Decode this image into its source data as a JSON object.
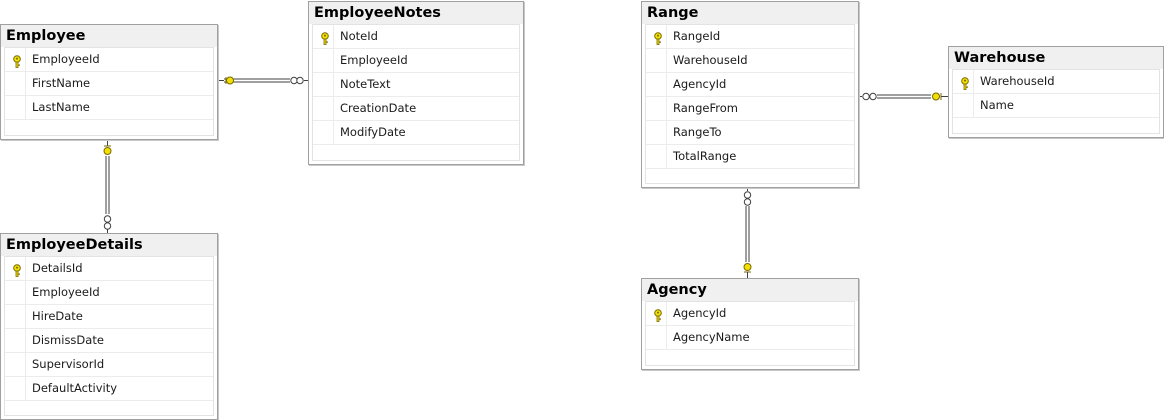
{
  "tables": {
    "employee": {
      "title": "Employee",
      "columns": [
        "EmployeeId",
        "FirstName",
        "LastName"
      ]
    },
    "employee_notes": {
      "title": "EmployeeNotes",
      "columns": [
        "NoteId",
        "EmployeeId",
        "NoteText",
        "CreationDate",
        "ModifyDate"
      ]
    },
    "employee_details": {
      "title": "EmployeeDetails",
      "columns": [
        "DetailsId",
        "EmployeeId",
        "HireDate",
        "DismissDate",
        "SupervisorId",
        "DefaultActivity"
      ]
    },
    "range": {
      "title": "Range",
      "columns": [
        "RangeId",
        "WarehouseId",
        "AgencyId",
        "RangeFrom",
        "RangeTo",
        "TotalRange"
      ]
    },
    "warehouse": {
      "title": "Warehouse",
      "columns": [
        "WarehouseId",
        "Name"
      ]
    },
    "agency": {
      "title": "Agency",
      "columns": [
        "AgencyId",
        "AgencyName"
      ]
    }
  },
  "colors": {
    "key": "#f2e000",
    "key_outline": "#7a6a00",
    "connector": "#404040"
  },
  "icons": {
    "primary_key": "key-icon",
    "one_end": "key-endpoint-icon",
    "many_end": "infinity-endpoint-icon"
  }
}
